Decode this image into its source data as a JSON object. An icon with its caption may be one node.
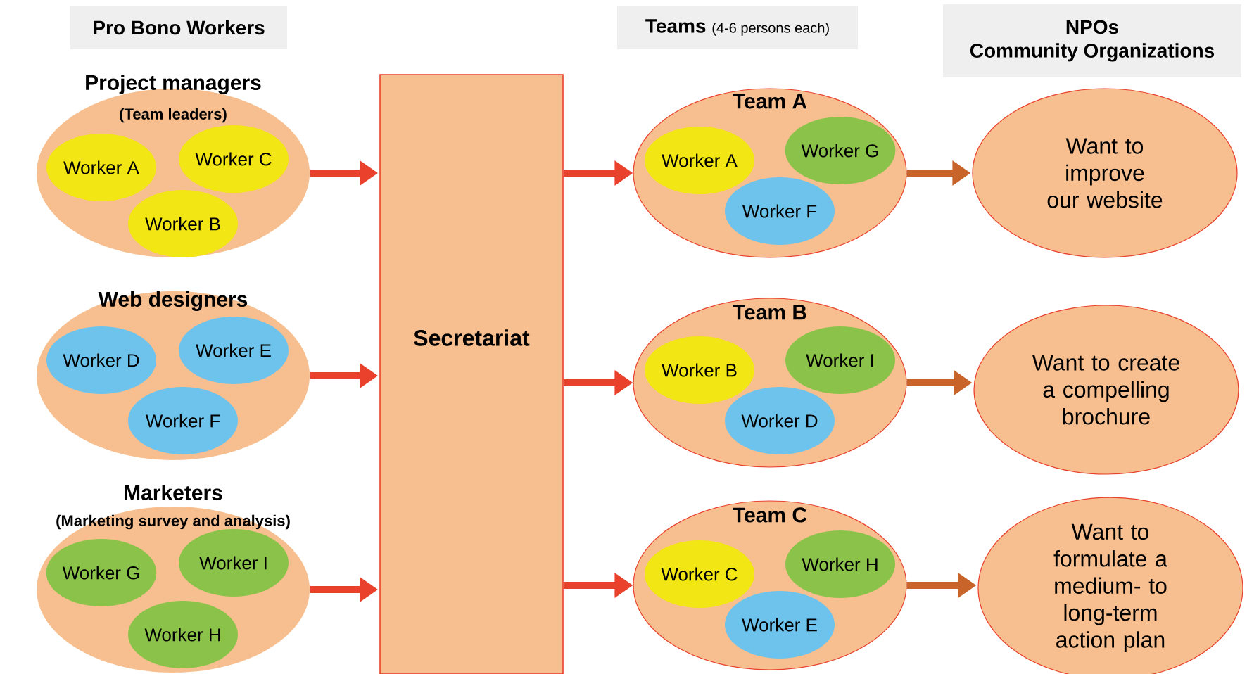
{
  "diagram": {
    "nodes": [
      {
        "text": [
          "Pro Bono Workers"
        ]
      },
      {
        "text": [
          "Teams",
          "(4-6 persons each)"
        ]
      },
      {
        "text": [
          "NPOs",
          "Community Organizations"
        ]
      },
      {
        "text": [
          "Project managers",
          "(Team leaders)"
        ]
      },
      {
        "text": [
          "Worker A"
        ],
        "in": 3
      },
      {
        "text": [
          "Worker C"
        ],
        "in": 3
      },
      {
        "text": [
          "Worker B"
        ],
        "in": 3
      },
      {
        "text": [
          "Web designers"
        ]
      },
      {
        "text": [
          "Worker D"
        ],
        "in": 7
      },
      {
        "text": [
          "Worker E"
        ],
        "in": 7
      },
      {
        "text": [
          "Worker F"
        ],
        "in": 7
      },
      {
        "text": [
          "Marketers",
          "(Marketing survey and analysis)"
        ]
      },
      {
        "text": [
          "Worker G"
        ],
        "in": 11
      },
      {
        "text": [
          "Worker I"
        ],
        "in": 11
      },
      {
        "text": [
          "Worker H"
        ],
        "in": 11
      },
      {
        "text": [
          "Secretariat"
        ]
      },
      {
        "text": [
          "Team A"
        ]
      },
      {
        "text": [
          "Worker A"
        ],
        "in": 16
      },
      {
        "text": [
          "Worker G"
        ],
        "in": 16
      },
      {
        "text": [
          "Worker F"
        ],
        "in": 16
      },
      {
        "text": [
          "Team B"
        ]
      },
      {
        "text": [
          "Worker B"
        ],
        "in": 20
      },
      {
        "text": [
          "Worker I"
        ],
        "in": 20
      },
      {
        "text": [
          "Worker D"
        ],
        "in": 20
      },
      {
        "text": [
          "Team C"
        ]
      },
      {
        "text": [
          "Worker C"
        ],
        "in": 24
      },
      {
        "text": [
          "Worker H"
        ],
        "in": 24
      },
      {
        "text": [
          "Worker E"
        ],
        "in": 24
      },
      {
        "text": [
          "Want to improve our website"
        ]
      },
      {
        "text": [
          "Want to create a compelling brochure"
        ]
      },
      {
        "text": [
          "Want to formulate a medium- to long-term action plan"
        ]
      }
    ],
    "edges": [
      {
        "from": 3,
        "to": 15,
        "arrow": "to"
      },
      {
        "from": 7,
        "to": 15,
        "arrow": "to"
      },
      {
        "from": 11,
        "to": 15,
        "arrow": "to"
      },
      {
        "from": 15,
        "to": 16,
        "arrow": "to"
      },
      {
        "from": 15,
        "to": 20,
        "arrow": "to"
      },
      {
        "from": 15,
        "to": 24,
        "arrow": "to"
      },
      {
        "from": 16,
        "to": 28,
        "arrow": "to",
        "color": "#c8642a"
      },
      {
        "from": 20,
        "to": 29,
        "arrow": "to",
        "color": "#c8642a"
      },
      {
        "from": 24,
        "to": 30,
        "arrow": "to",
        "color": "#c8642a"
      }
    ]
  }
}
